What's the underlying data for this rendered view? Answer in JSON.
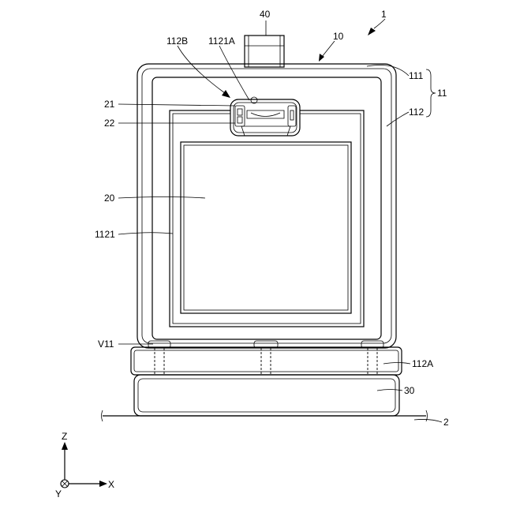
{
  "colors": {
    "line": "#000000",
    "background": "#ffffff"
  },
  "labels": {
    "device": "1",
    "base": "2",
    "unit": "10",
    "housing": "11",
    "top_frame": "111",
    "main_frame": "112",
    "bracket": "112A",
    "notch": "112B",
    "window": "1121",
    "window_edge": "1121A",
    "display": "20",
    "part_21": "21",
    "part_22": "22",
    "stand": "30",
    "plug": "40",
    "view": "V11"
  },
  "axes": {
    "z": "Z",
    "x": "X",
    "y": "Y"
  }
}
